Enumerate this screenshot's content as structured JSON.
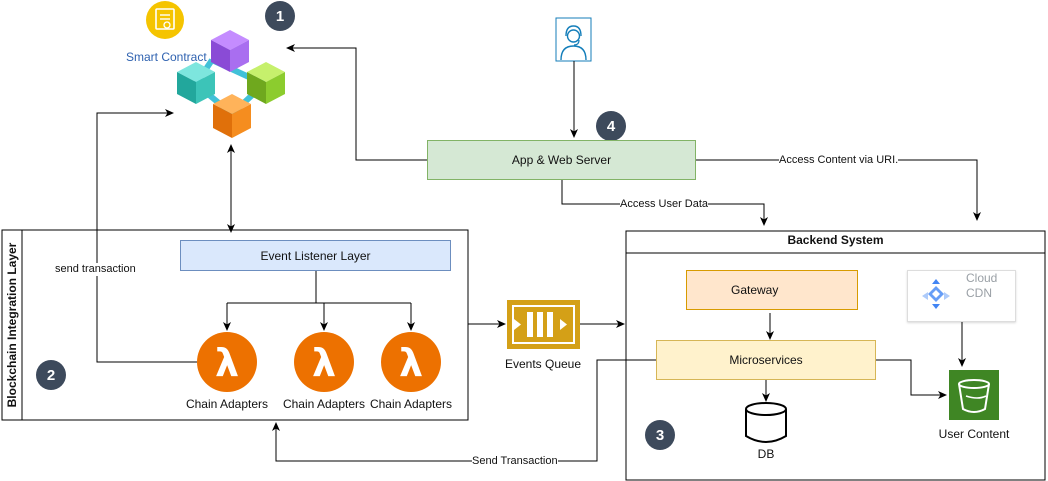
{
  "smart_contract": {
    "label": "Smart Contract",
    "icon": "certificate-icon"
  },
  "markers": [
    "1",
    "2",
    "3",
    "4"
  ],
  "app_server": {
    "label": "App & Web Server",
    "fill": "#d5e8d4",
    "stroke": "#82b366"
  },
  "user": {
    "icon": "support-agent-icon"
  },
  "edges": {
    "access_content": "Access Content via URI.",
    "access_user_data": "Access User Data",
    "send_transaction_up": "send transaction",
    "send_transaction_back": "Send Transaction"
  },
  "integration_layer": {
    "title": "Blockchain Integration Layer",
    "event_listener": {
      "label": "Event Listener Layer",
      "fill": "#dae8fc",
      "stroke": "#6c8ebf"
    },
    "adapters": [
      "Chain Adapters",
      "Chain Adapters",
      "Chain Adapters"
    ],
    "adapter_color": "#ed7100"
  },
  "events_queue": {
    "label": "Events Queue",
    "color": "#d4a017"
  },
  "backend": {
    "title": "Backend System",
    "gateway": {
      "label": "Gateway",
      "fill": "#ffe6cc",
      "stroke": "#d79b00"
    },
    "cdn": {
      "label_line1": "Cloud",
      "label_line2": "CDN"
    },
    "microservices": {
      "label": "Microservices",
      "fill": "#fff2cc",
      "stroke": "#d6b656"
    },
    "db": {
      "label": "DB"
    },
    "user_content": {
      "label": "User Content",
      "color": "#3f8624"
    }
  }
}
